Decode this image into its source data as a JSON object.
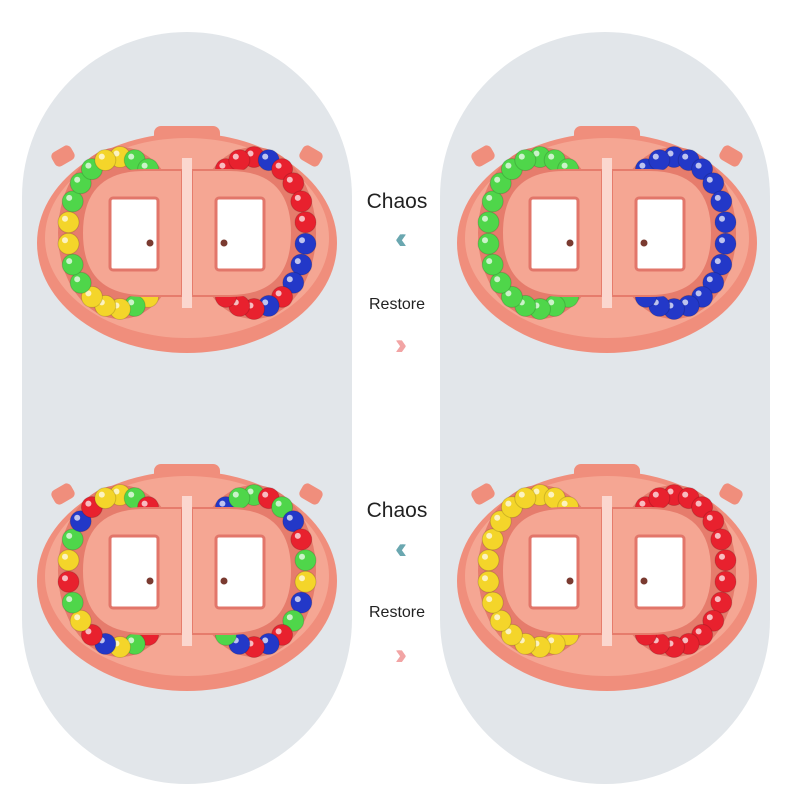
{
  "rows": [
    {
      "chaos_label": "Chaos",
      "restore_label": "Restore",
      "chaos_arrow": "‹‹",
      "restore_arrow": "››",
      "left_toy": {
        "left_ring": [
          "yellow",
          "green",
          "green",
          "green",
          "yellow",
          "yellow",
          "yellow",
          "green",
          "green",
          "yellow",
          "green",
          "yellow",
          "yellow",
          "yellow",
          "green",
          "green",
          "yellow",
          "yellow",
          "green",
          "green",
          "green",
          "yellow"
        ],
        "right_ring": [
          "red",
          "blue",
          "red",
          "red",
          "red",
          "red",
          "blue",
          "blue",
          "blue",
          "red",
          "blue",
          "red",
          "red",
          "red",
          "blue",
          "red",
          "blue",
          "red",
          "blue",
          "red",
          "red",
          "red"
        ]
      },
      "right_toy": {
        "left_ring": [
          "green",
          "green",
          "green",
          "green",
          "green",
          "green",
          "green",
          "green",
          "green",
          "green",
          "green",
          "green",
          "green",
          "green",
          "green",
          "green",
          "green",
          "green",
          "green",
          "green",
          "green",
          "green"
        ],
        "right_ring": [
          "blue",
          "blue",
          "blue",
          "blue",
          "blue",
          "blue",
          "blue",
          "blue",
          "blue",
          "blue",
          "blue",
          "blue",
          "blue",
          "blue",
          "blue",
          "blue",
          "blue",
          "blue",
          "blue",
          "blue",
          "blue",
          "blue"
        ]
      }
    },
    {
      "chaos_label": "Chaos",
      "restore_label": "Restore",
      "chaos_arrow": "‹‹",
      "restore_arrow": "››",
      "left_toy": {
        "left_ring": [
          "yellow",
          "green",
          "red",
          "yellow",
          "red",
          "green",
          "yellow",
          "blue",
          "yellow",
          "red",
          "green",
          "yellow",
          "blue",
          "red",
          "yellow",
          "green",
          "red",
          "yellow",
          "green",
          "blue",
          "red",
          "yellow"
        ],
        "right_ring": [
          "green",
          "red",
          "green",
          "blue",
          "red",
          "green",
          "yellow",
          "blue",
          "green",
          "red",
          "blue",
          "red",
          "blue",
          "green",
          "yellow",
          "red",
          "green",
          "blue",
          "red",
          "red",
          "blue",
          "green"
        ]
      },
      "right_toy": {
        "left_ring": [
          "yellow",
          "yellow",
          "yellow",
          "yellow",
          "yellow",
          "yellow",
          "yellow",
          "yellow",
          "yellow",
          "yellow",
          "yellow",
          "yellow",
          "yellow",
          "yellow",
          "yellow",
          "yellow",
          "yellow",
          "yellow",
          "yellow",
          "yellow",
          "yellow",
          "yellow"
        ],
        "right_ring": [
          "red",
          "red",
          "red",
          "red",
          "red",
          "red",
          "red",
          "red",
          "red",
          "red",
          "red",
          "red",
          "red",
          "red",
          "red",
          "red",
          "red",
          "red",
          "red",
          "red",
          "red",
          "red"
        ]
      }
    }
  ],
  "colors": {
    "yellow": "#f4d52a",
    "green": "#4fd64a",
    "red": "#e8212e",
    "blue": "#2338c8",
    "body": "#f5a693",
    "shell": "#f08e7c",
    "pill": "#e2e6ea",
    "chaos_arrow": "#6aa7b0",
    "restore_arrow": "#f2a4a4"
  }
}
